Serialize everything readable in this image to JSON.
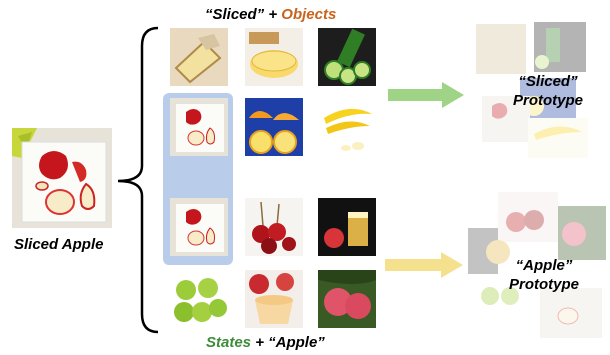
{
  "top_heading": {
    "part1": "“Sliced”",
    "plus": "+",
    "part2": "Objects"
  },
  "bottom_heading": {
    "part1": "States",
    "plus": "+",
    "part2": "“Apple”"
  },
  "source_caption": "Sliced Apple",
  "prototypes": [
    {
      "line1": "“Sliced”",
      "line2": "Prototype"
    },
    {
      "line1": "“Apple”",
      "line2": "Prototype"
    }
  ],
  "colors": {
    "highlight_box": "#b9cdea",
    "arrow_top": "#9fd386",
    "arrow_bottom": "#f5e08e",
    "orange_text": "#c8641e",
    "green_text": "#3f8c3a"
  },
  "thumbnails_top": [
    "sliced-bread-image",
    "sliced-cheese-image",
    "sliced-cucumber-image",
    "sliced-apple-state-image",
    "sliced-orange-image",
    "sliced-banana-image"
  ],
  "thumbnails_bottom": [
    "sliced-apple-state-image",
    "candy-apple-image",
    "apple-juice-image",
    "green-apples-image",
    "apple-sauce-image",
    "red-apples-image"
  ]
}
